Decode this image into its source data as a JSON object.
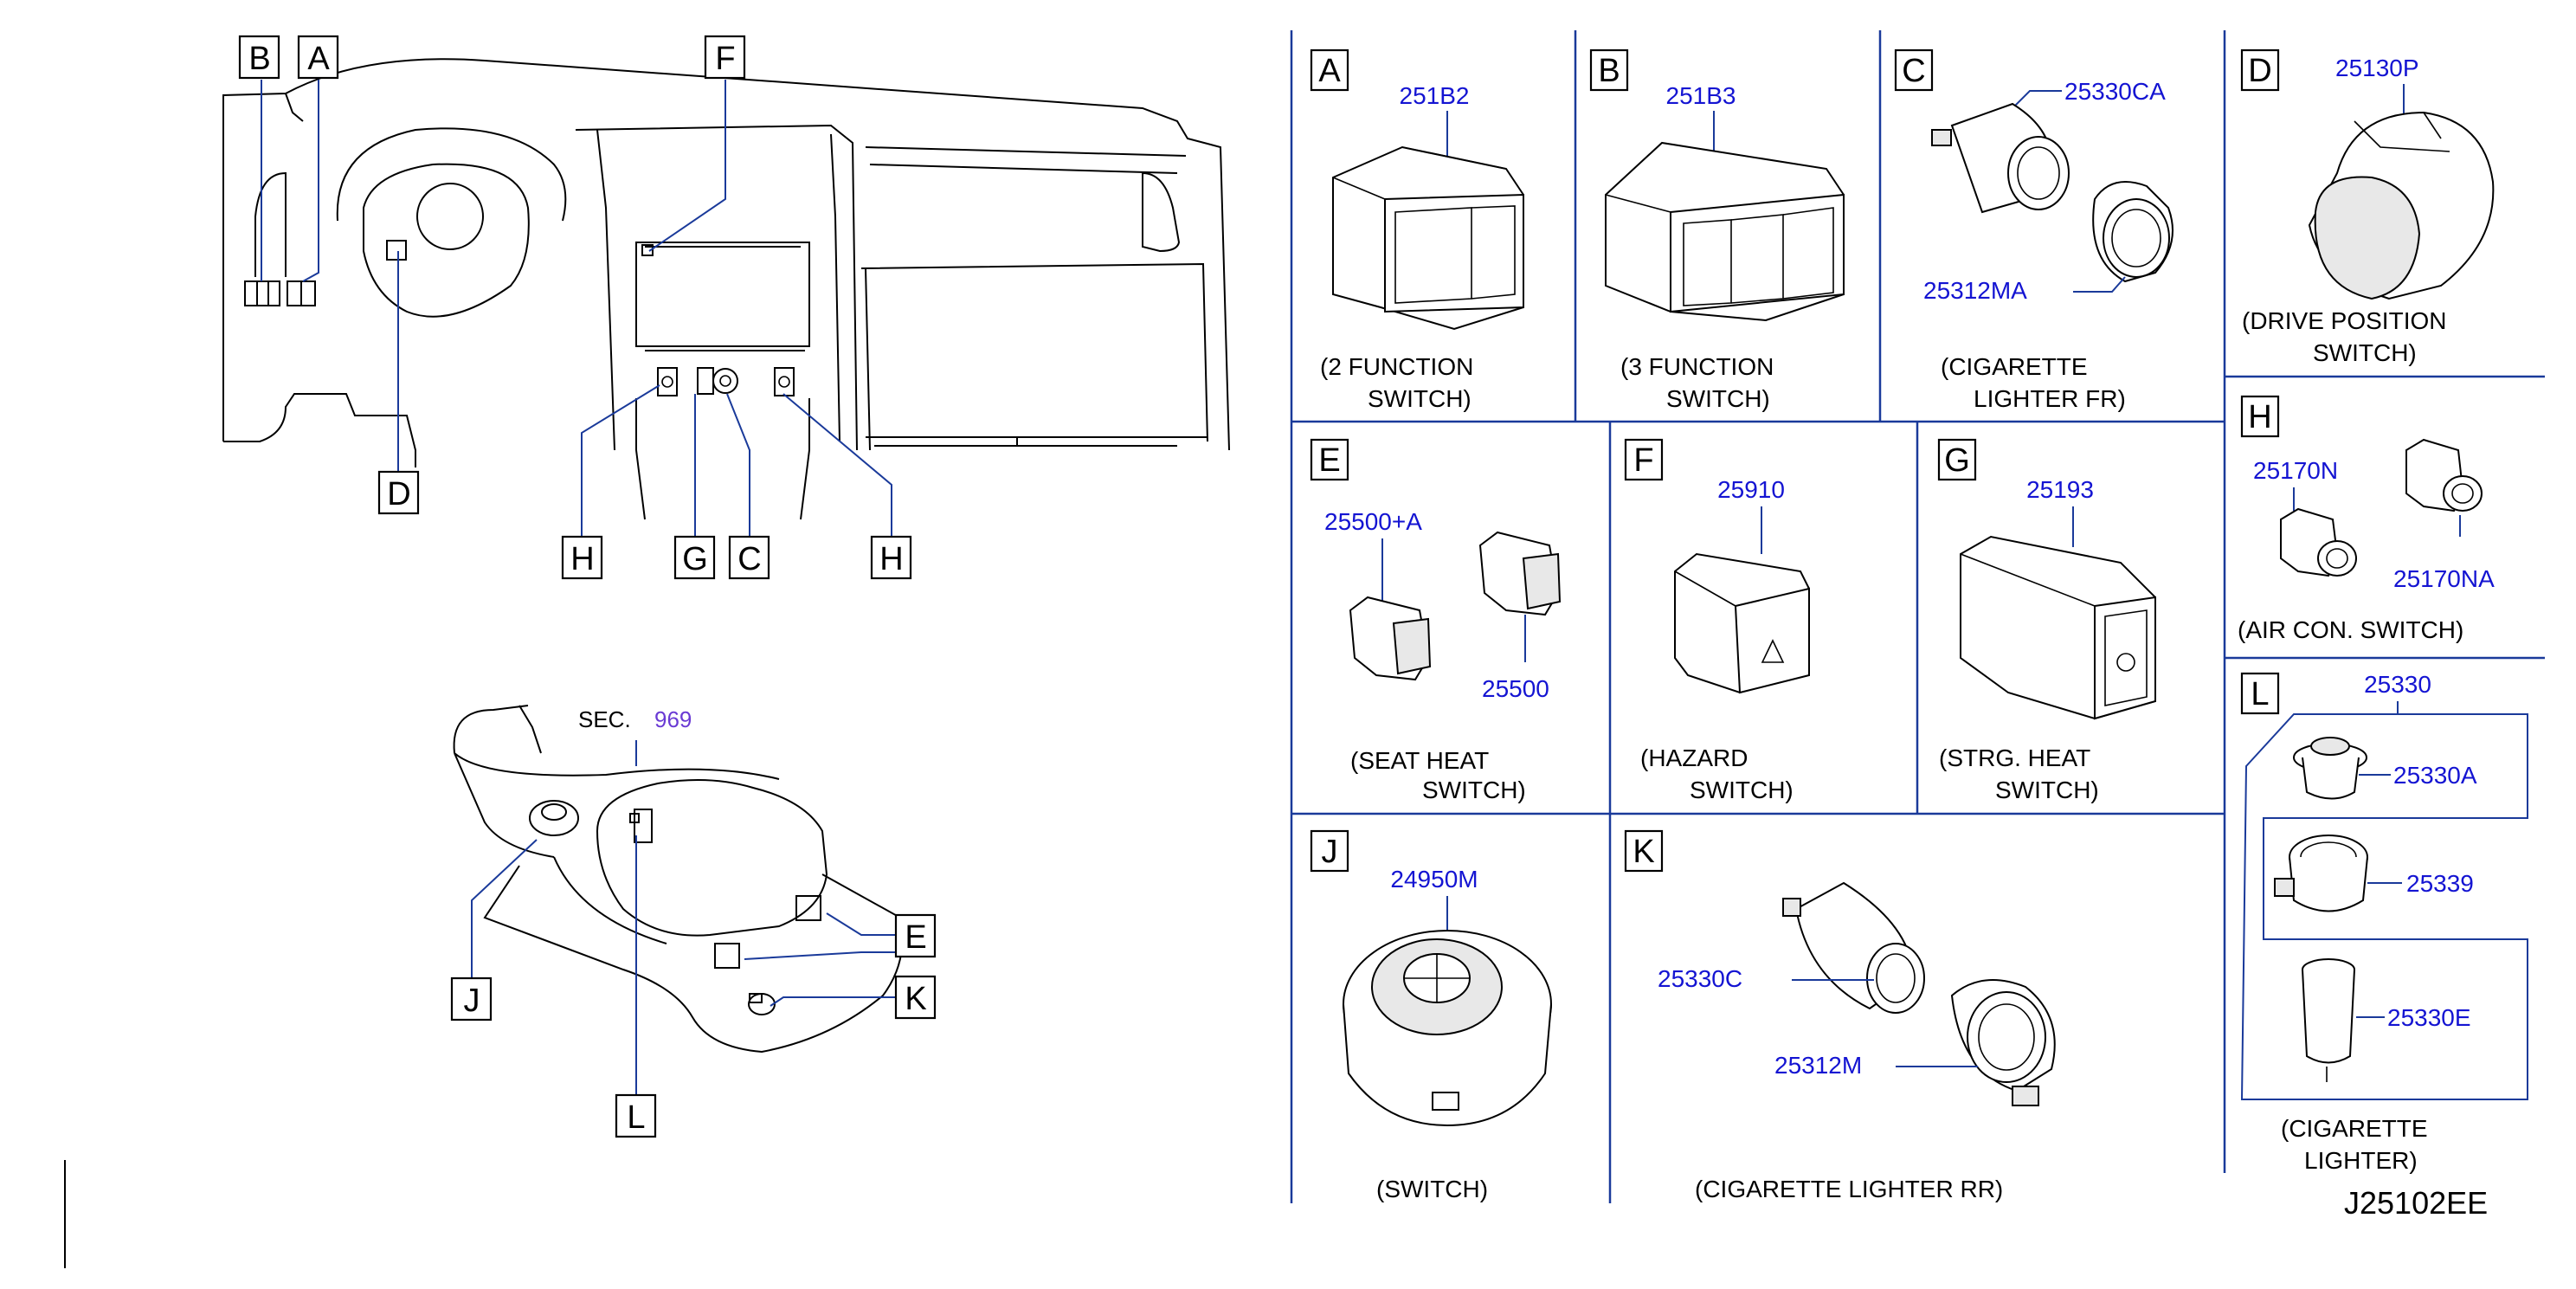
{
  "overview": {
    "callouts": [
      "B",
      "A",
      "F",
      "D",
      "H",
      "G",
      "C",
      "H"
    ]
  },
  "console": {
    "sec_label": "SEC.",
    "sec_number": "969",
    "callouts": [
      "E",
      "K",
      "J",
      "L"
    ]
  },
  "panels": {
    "A": {
      "letter": "A",
      "part": "251B2",
      "caption1": "(2   FUNCTION",
      "caption2": "SWITCH)"
    },
    "B": {
      "letter": "B",
      "part": "251B3",
      "caption1": "(3   FUNCTION",
      "caption2": "SWITCH)"
    },
    "C": {
      "letter": "C",
      "part1": "25330CA",
      "part2": "25312MA",
      "caption1": "(CIGARETTE",
      "caption2": "LIGHTER   FR)"
    },
    "D": {
      "letter": "D",
      "part": "25130P",
      "caption1": "(DRIVE   POSITION",
      "caption2": "SWITCH)"
    },
    "H": {
      "letter": "H",
      "part1": "25170N",
      "part2": "25170NA",
      "caption1": "(AIR   CON.   SWITCH)"
    },
    "E": {
      "letter": "E",
      "part1": "25500+A",
      "part2": "25500",
      "caption1": "(SEAT   HEAT",
      "caption2": "SWITCH)"
    },
    "F": {
      "letter": "F",
      "part": "25910",
      "caption1": "(HAZARD",
      "caption2": "SWITCH)"
    },
    "G": {
      "letter": "G",
      "part": "25193",
      "caption1": "(STRG.   HEAT",
      "caption2": "SWITCH)"
    },
    "L": {
      "letter": "L",
      "part_top": "25330",
      "part1": "25330A",
      "part2": "25339",
      "part3": "25330E",
      "caption1": "(CIGARETTE",
      "caption2": "LIGHTER)"
    },
    "J": {
      "letter": "J",
      "part": "24950M",
      "caption1": "(SWITCH)"
    },
    "K": {
      "letter": "K",
      "part1": "25330C",
      "part2": "25312M",
      "caption1": "(CIGARETTE   LIGHTER   RR)"
    }
  },
  "diagram_code": "J25102EE"
}
